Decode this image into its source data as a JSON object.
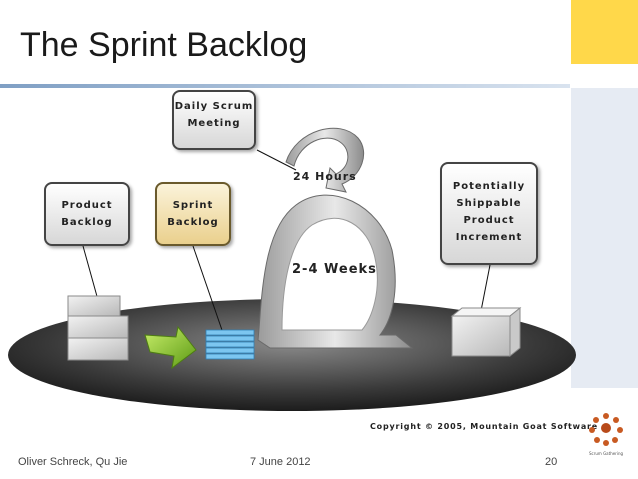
{
  "slide": {
    "title": "The Sprint Backlog",
    "accent_color": "#ffd84a"
  },
  "diagram": {
    "callouts": {
      "daily_scrum": [
        "Daily Scrum",
        "Meeting"
      ],
      "product_backlog": [
        "Product",
        "Backlog"
      ],
      "sprint_backlog": [
        "Sprint",
        "Backlog"
      ],
      "increment": [
        "Potentially",
        "Shippable",
        "Product",
        "Increment"
      ]
    },
    "loop_labels": {
      "daily": "24 Hours",
      "sprint": "2-4 Weeks"
    },
    "copyright": "Copyright © 2005, Mountain Goat Software",
    "logo_caption": "Scrum Gathering"
  },
  "footer": {
    "authors": "Oliver Schreck,  Qu Jie",
    "date": "7 June 2012",
    "page": "20"
  }
}
